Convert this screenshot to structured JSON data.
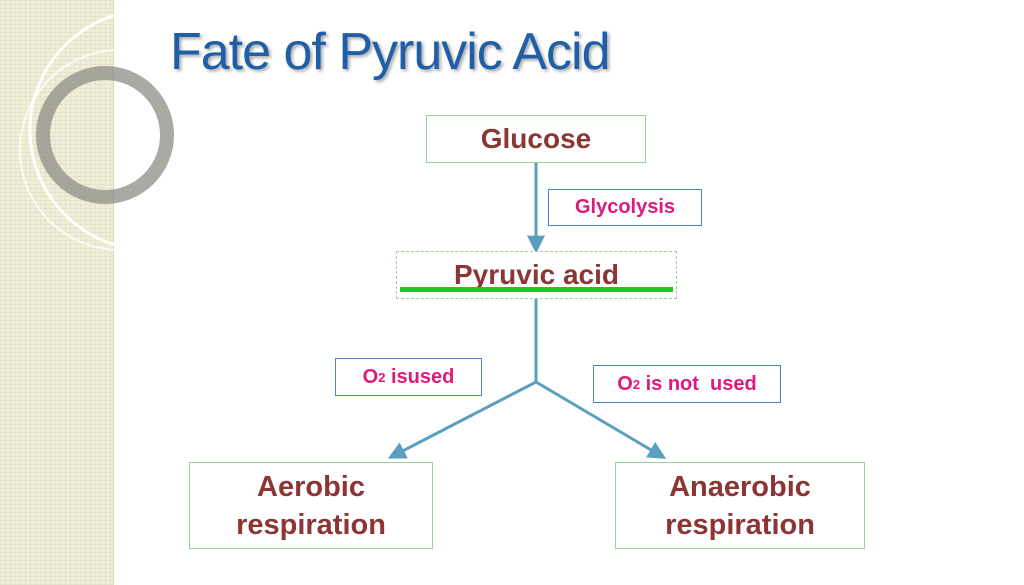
{
  "title": "Fate of Pyruvic Acid",
  "nodes": {
    "glucose": "Glucose",
    "glycolysis": "Glycolysis",
    "pyruvic": "Pyruvic acid",
    "o2_used": {
      "o": "O",
      "sub": "2",
      "rest": " isused"
    },
    "o2_not_used": {
      "o": "O",
      "sub": "2",
      "rest": " is not  used"
    },
    "aerobic": [
      "Aerobic",
      "respiration"
    ],
    "anaerobic": [
      "Anaerobic",
      "respiration"
    ]
  },
  "colors": {
    "title": "#1f5fa8",
    "node_text": "#8b3535",
    "label_text": "#e0197d",
    "arrow": "#5b9fbf",
    "underline": "#22c322"
  }
}
